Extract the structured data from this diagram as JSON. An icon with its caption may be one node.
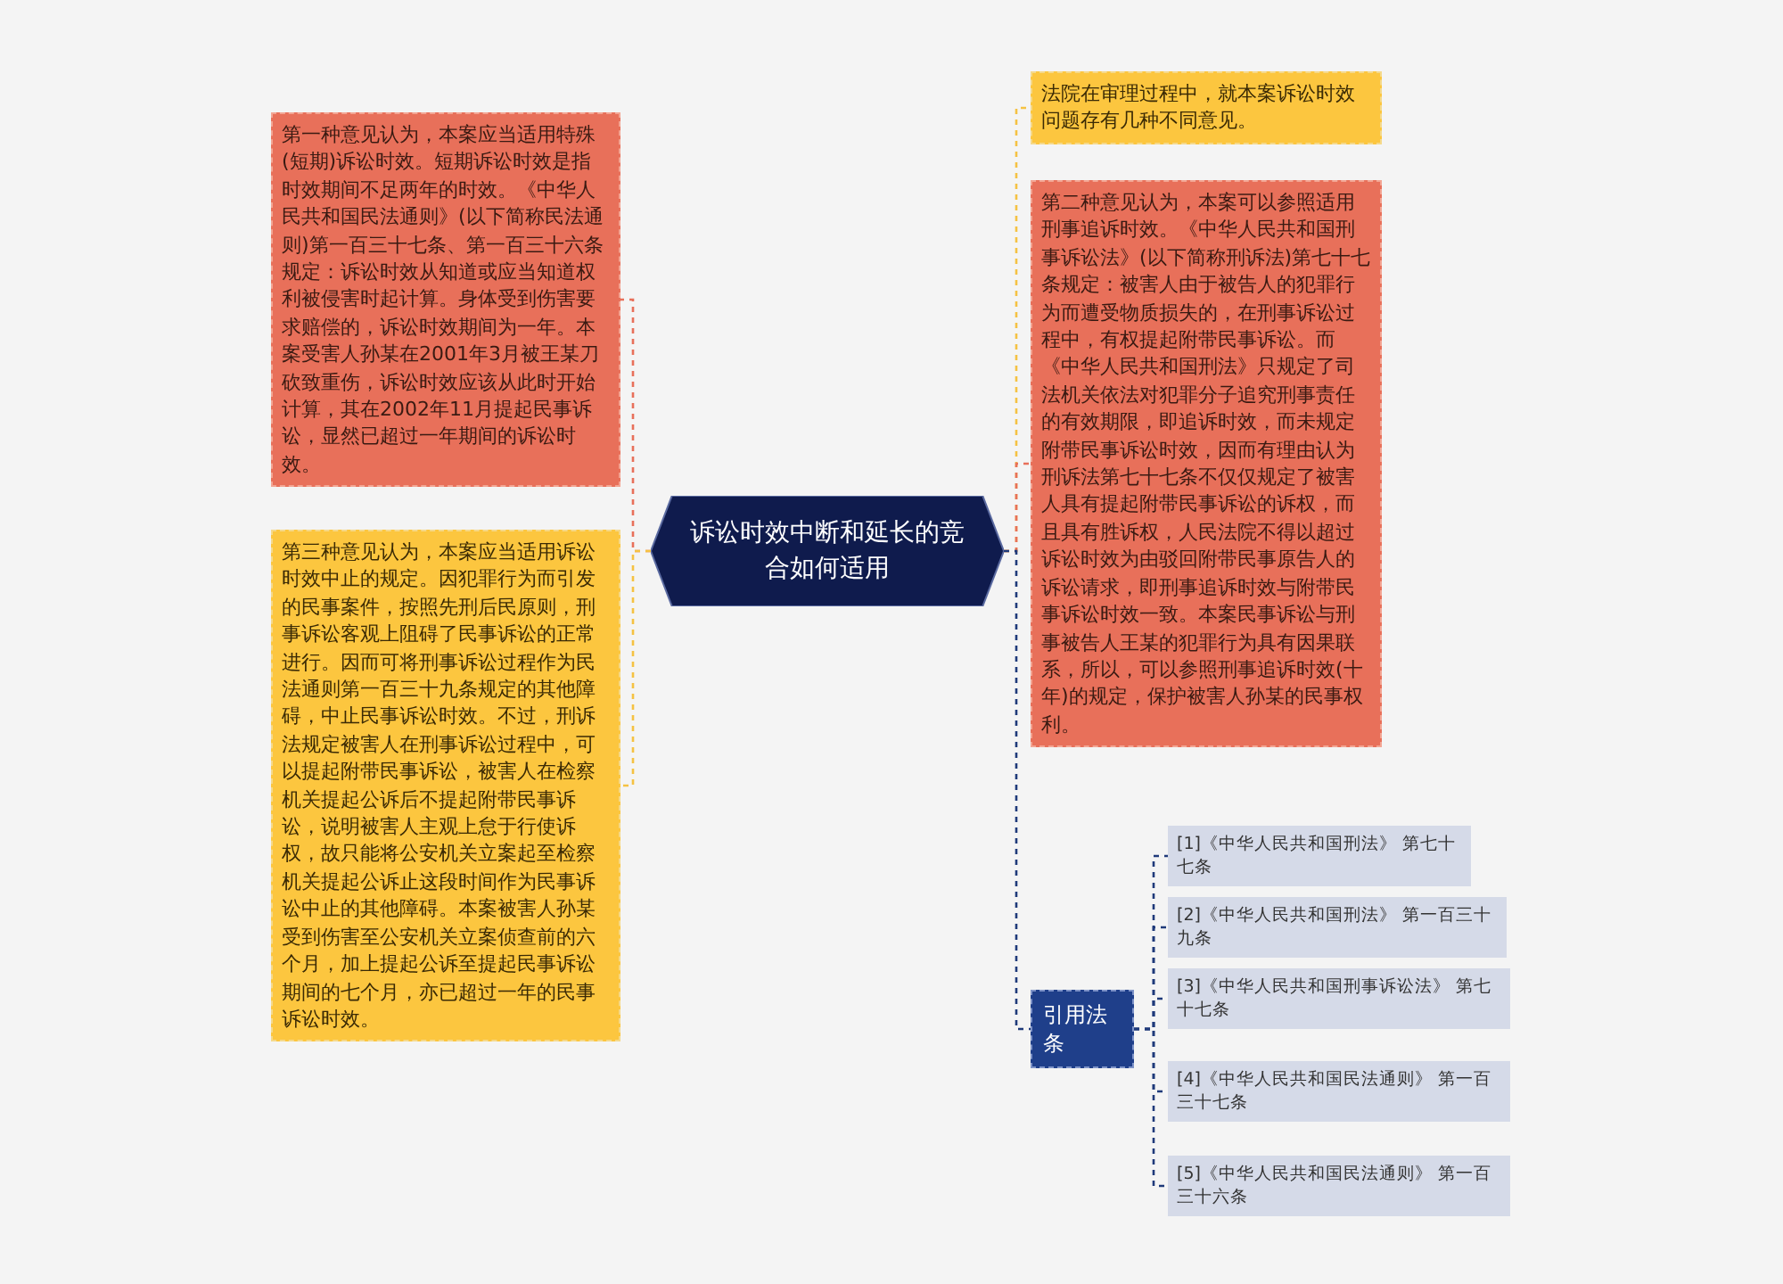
{
  "diagram": {
    "nodes": [
      {
        "text": [
          "诉讼时效中断和延长的竞合如何适用"
        ]
      },
      {
        "text": [
          "第一种意见认为，本案应当适用特殊(短期)诉讼时效。短期诉讼时效是指时效期间不足两年的时效。《中华人民共和国民法通则》(以下简称民法通则)第一百三十七条、第一百三十六条规定：诉讼时效从知道或应当知道权利被侵害时起计算。身体受到伤害要求赔偿的，诉讼时效期间为一年。本案受害人孙某在2001年3月被王某刀砍致重伤，诉讼时效应该从此时开始计算，其在2002年11月提起民事诉讼，显然已超过一年期间的诉讼时效。"
        ]
      },
      {
        "text": [
          "第三种意见认为，本案应当适用诉讼时效中止的规定。因犯罪行为而引发的民事案件，按照先刑后民原则，刑事诉讼客观上阻碍了民事诉讼的正常进行。因而可将刑事诉讼过程作为民法通则第一百三十九条规定的其他障碍，中止民事诉讼时效。不过，刑诉法规定被害人在刑事诉讼过程中，可以提起附带民事诉讼，被害人在检察机关提起公诉后不提起附带民事诉讼，说明被害人主观上怠于行使诉权，故只能将公安机关立案起至检察机关提起公诉止这段时间作为民事诉讼中止的其他障碍。本案被害人孙某受到伤害至公安机关立案侦查前的六个月，加上提起公诉至提起民事诉讼期间的七个月，亦已超过一年的民事诉讼时效。"
        ]
      },
      {
        "text": [
          "法院在审理过程中，就本案诉讼时效问题存有几种不同意见。"
        ]
      },
      {
        "text": [
          "第二种意见认为，本案可以参照适用刑事追诉时效。《中华人民共和国刑事诉讼法》(以下简称刑诉法)第七十七条规定：被害人由于被告人的犯罪行为而遭受物质损失的，在刑事诉讼过程中，有权提起附带民事诉讼。而《中华人民共和国刑法》只规定了司法机关依法对犯罪分子追究刑事责任的有效期限，即追诉时效，而未规定附带民事诉讼时效，因而有理由认为刑诉法第七十七条不仅仅规定了被害人具有提起附带民事诉讼的诉权，而且具有胜诉权，人民法院不得以超过诉讼时效为由驳回附带民事原告人的诉讼请求，即刑事追诉时效与附带民事诉讼时效一致。本案民事诉讼与刑事被告人王某的犯罪行为具有因果联系，所以，可以参照刑事追诉时效(十年)的规定，保护被害人孙某的民事权利。"
        ]
      },
      {
        "text": [
          "引用法条"
        ]
      },
      {
        "text": [
          "[1]《中华人民共和国刑法》 第七十七条"
        ]
      },
      {
        "text": [
          "[2]《中华人民共和国刑法》 第一百三十九条"
        ]
      },
      {
        "text": [
          "[3]《中华人民共和国刑事诉讼法》 第七十七条"
        ]
      },
      {
        "text": [
          "[4]《中华人民共和国民法通则》 第一百三十七条"
        ]
      },
      {
        "text": [
          "[5]《中华人民共和国民法通则》 第一百三十六条"
        ]
      }
    ],
    "edges": [
      {
        "from": 0,
        "to": 1,
        "arrow": "none",
        "style": "dashed",
        "color": "#e8705a"
      },
      {
        "from": 0,
        "to": 2,
        "arrow": "none",
        "style": "dashed",
        "color": "#f5c243"
      },
      {
        "from": 0,
        "to": 3,
        "arrow": "none",
        "style": "dashed",
        "color": "#f5c243"
      },
      {
        "from": 0,
        "to": 4,
        "arrow": "none",
        "style": "dashed",
        "color": "#e8705a"
      },
      {
        "from": 0,
        "to": 5,
        "arrow": "none",
        "style": "dashed",
        "color": "#1f3a7a"
      },
      {
        "from": 5,
        "to": 6,
        "arrow": "none",
        "style": "dashed",
        "color": "#1f3a7a"
      },
      {
        "from": 5,
        "to": 7,
        "arrow": "none",
        "style": "dashed",
        "color": "#1f3a7a"
      },
      {
        "from": 5,
        "to": 8,
        "arrow": "none",
        "style": "dashed",
        "color": "#1f3a7a"
      },
      {
        "from": 5,
        "to": 9,
        "arrow": "none",
        "style": "dashed",
        "color": "#1f3a7a"
      },
      {
        "from": 5,
        "to": 10,
        "arrow": "none",
        "style": "dashed",
        "color": "#1f3a7a"
      }
    ]
  }
}
